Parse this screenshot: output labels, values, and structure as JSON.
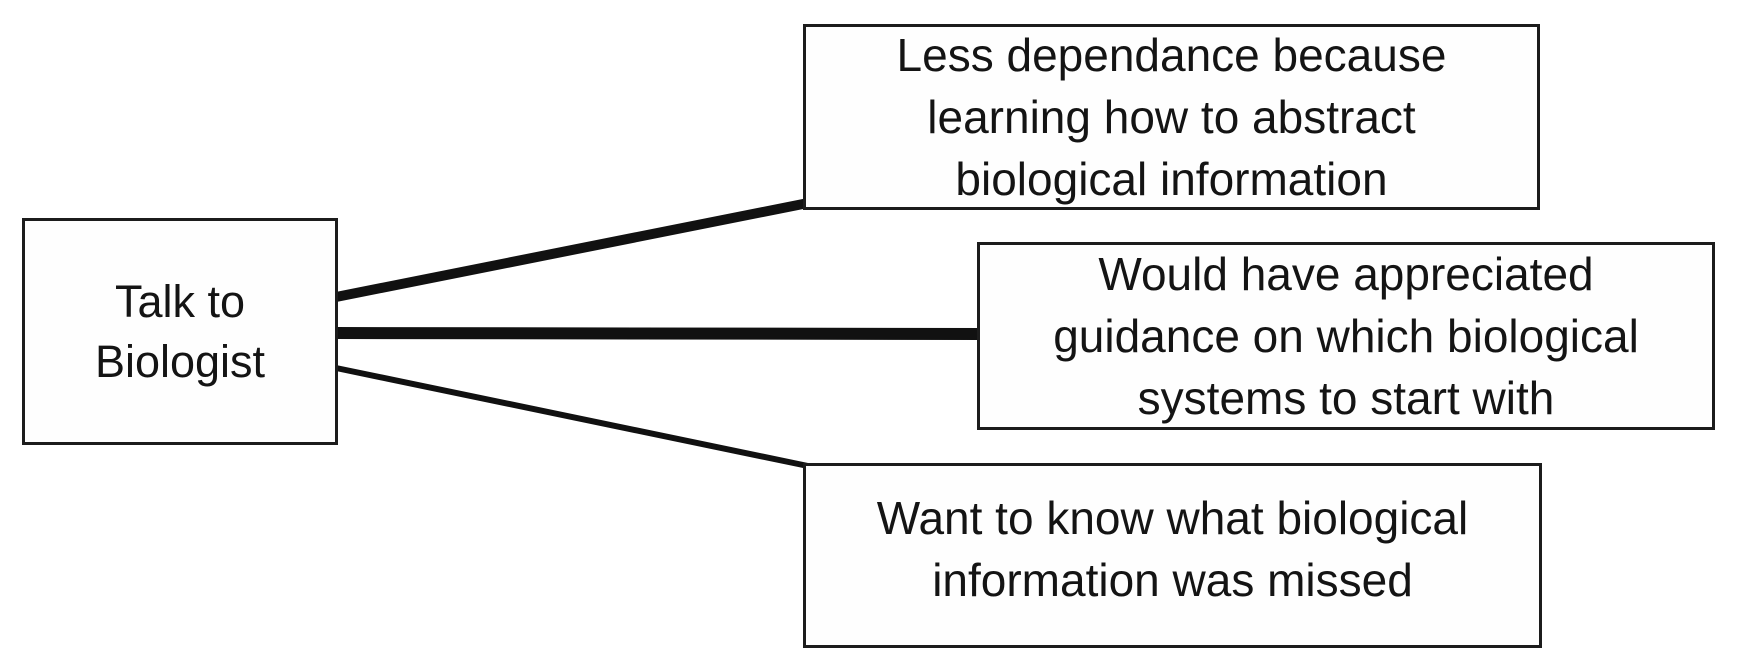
{
  "diagram": {
    "background_color": "#ffffff",
    "border_color": "#1c1c1c",
    "edge_color": "#111111",
    "text_color": "#141414",
    "nodes": {
      "talk_to_biologist": {
        "lines": [
          "Talk to",
          "Biologist"
        ]
      },
      "less_dependance": {
        "lines": [
          "Less dependance because",
          "learning how to abstract",
          "biological information"
        ]
      },
      "guidance": {
        "lines": [
          "Would have appreciated",
          "guidance on which biological",
          "systems to start with"
        ]
      },
      "missed": {
        "lines": [
          "Want to know what biological",
          "information was missed"
        ]
      }
    },
    "edges": [
      {
        "from": "talk_to_biologist",
        "to": "less_dependance"
      },
      {
        "from": "talk_to_biologist",
        "to": "guidance"
      },
      {
        "from": "talk_to_biologist",
        "to": "missed"
      }
    ]
  }
}
